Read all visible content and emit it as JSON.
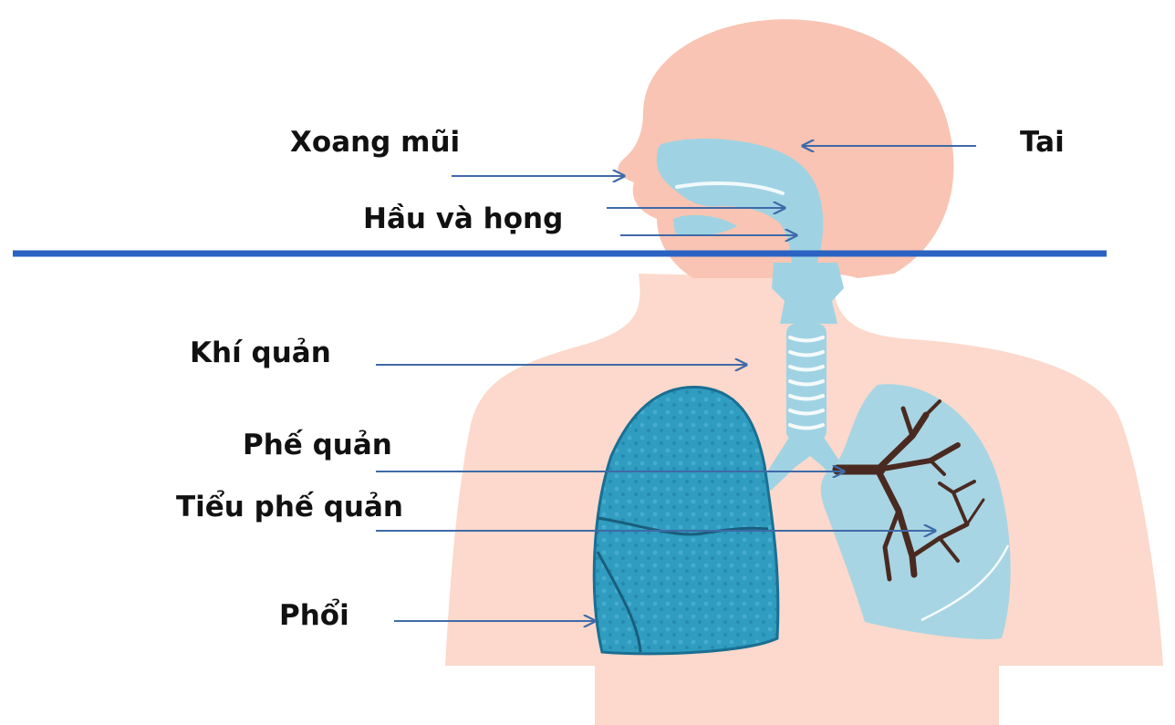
{
  "labels": {
    "sinus": "Xoang mũi",
    "ear": "Tai",
    "pharynx": "Hầu và họng",
    "trachea": "Khí quản",
    "bronchi": "Phế quản",
    "bronchioles": "Tiểu phế quản",
    "lungs": "Phổi"
  },
  "colors": {
    "body": "#fcd9cc",
    "head": "#f9c4b3",
    "airway": "#9fd3e3",
    "lung_left": "#2f9cc0",
    "lung_right": "#a8d5e3",
    "bronchial_tree": "#4a2a20",
    "pointer": "#3f6aa8",
    "divider": "#2a63c2",
    "text": "#111111"
  }
}
